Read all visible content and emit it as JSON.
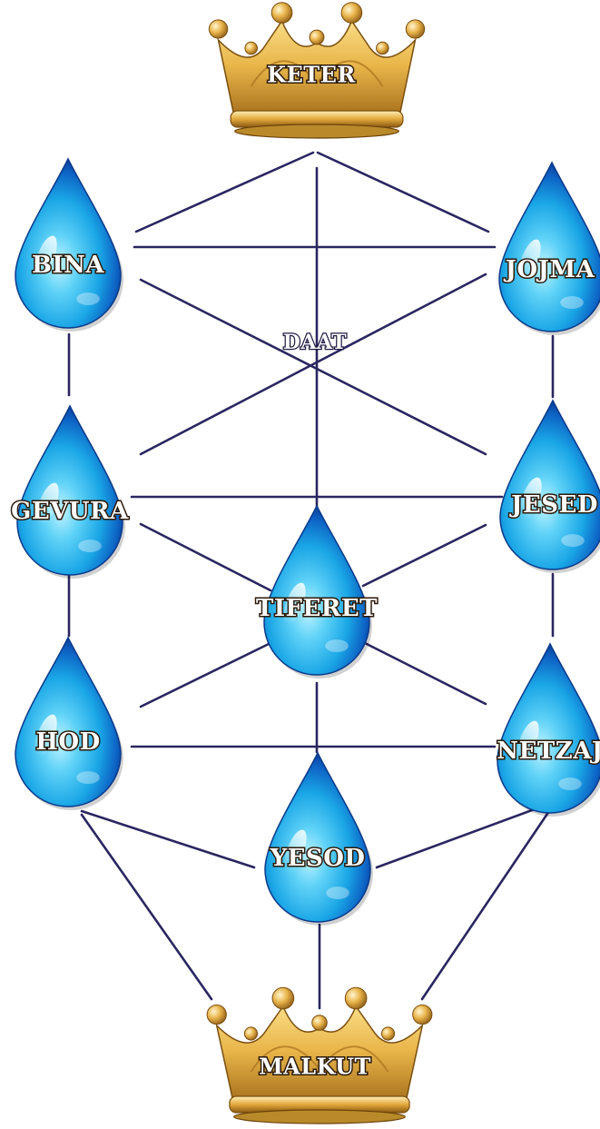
{
  "colors": {
    "line": "#2a2660",
    "drop_light": "#bff3ff",
    "drop_mid": "#1aa6e6",
    "drop_dark": "#0b3f9e",
    "crown_gold": "#e9b64a",
    "crown_dark": "#8a5a12",
    "label_fill": "#ffffff",
    "label_outline": "#2a1a0a"
  },
  "crowns": [
    {
      "id": "keter",
      "label": "KETER",
      "icon": "crown-icon"
    },
    {
      "id": "malkut",
      "label": "MALKUT",
      "icon": "crown-icon"
    }
  ],
  "sefirot": [
    {
      "id": "bina",
      "label": "BINA",
      "icon": "water-drop-icon"
    },
    {
      "id": "jojma",
      "label": "JOJMA",
      "icon": "water-drop-icon"
    },
    {
      "id": "gevura",
      "label": "GEVURA",
      "icon": "water-drop-icon"
    },
    {
      "id": "jesed",
      "label": "JESED",
      "icon": "water-drop-icon"
    },
    {
      "id": "tiferet",
      "label": "TIFERET",
      "icon": "water-drop-icon"
    },
    {
      "id": "hod",
      "label": "HOD",
      "icon": "water-drop-icon"
    },
    {
      "id": "netzaj",
      "label": "NETZAJ",
      "icon": "water-drop-icon"
    },
    {
      "id": "yesod",
      "label": "YESOD",
      "icon": "water-drop-icon"
    }
  ],
  "daat": {
    "label": "DAAT"
  }
}
